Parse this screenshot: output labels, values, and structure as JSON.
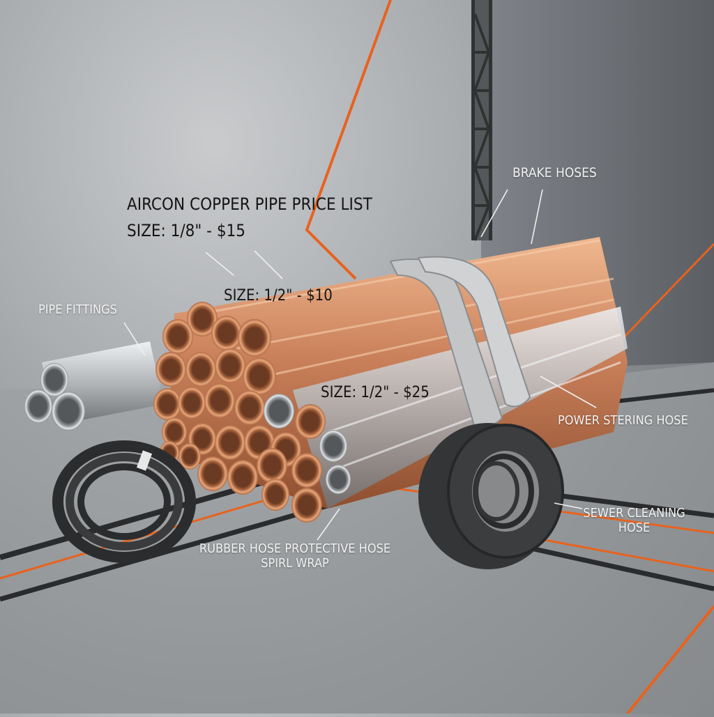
{
  "title": {
    "heading": "AIRCON COPPER PIPE PRICE LIST",
    "first_price": "SIZE: 1/8\" - $15"
  },
  "labels": {
    "size_half_10": "SIZE: 1/2\" - $10",
    "size_half_25": "SIZE: 1/2\" - $25",
    "brake_hoses": "BRAKE HOSES",
    "pipe_fittings": "PIPE FITTINGS",
    "power_steering": "POWER STERING HOSE",
    "sewer_line1": "SEWER CLEANING",
    "sewer_line2": "HOSE",
    "rubber_line1": "RUBBER HOSE PROTECTIVE HOSE",
    "rubber_line2": "SPIRL WRAP"
  },
  "colors": {
    "accent_orange": "#e8621e",
    "copper": "#c8835a",
    "steel": "#b9bcbf",
    "rubber": "#2b2c2e",
    "truss": "#2f3133"
  }
}
